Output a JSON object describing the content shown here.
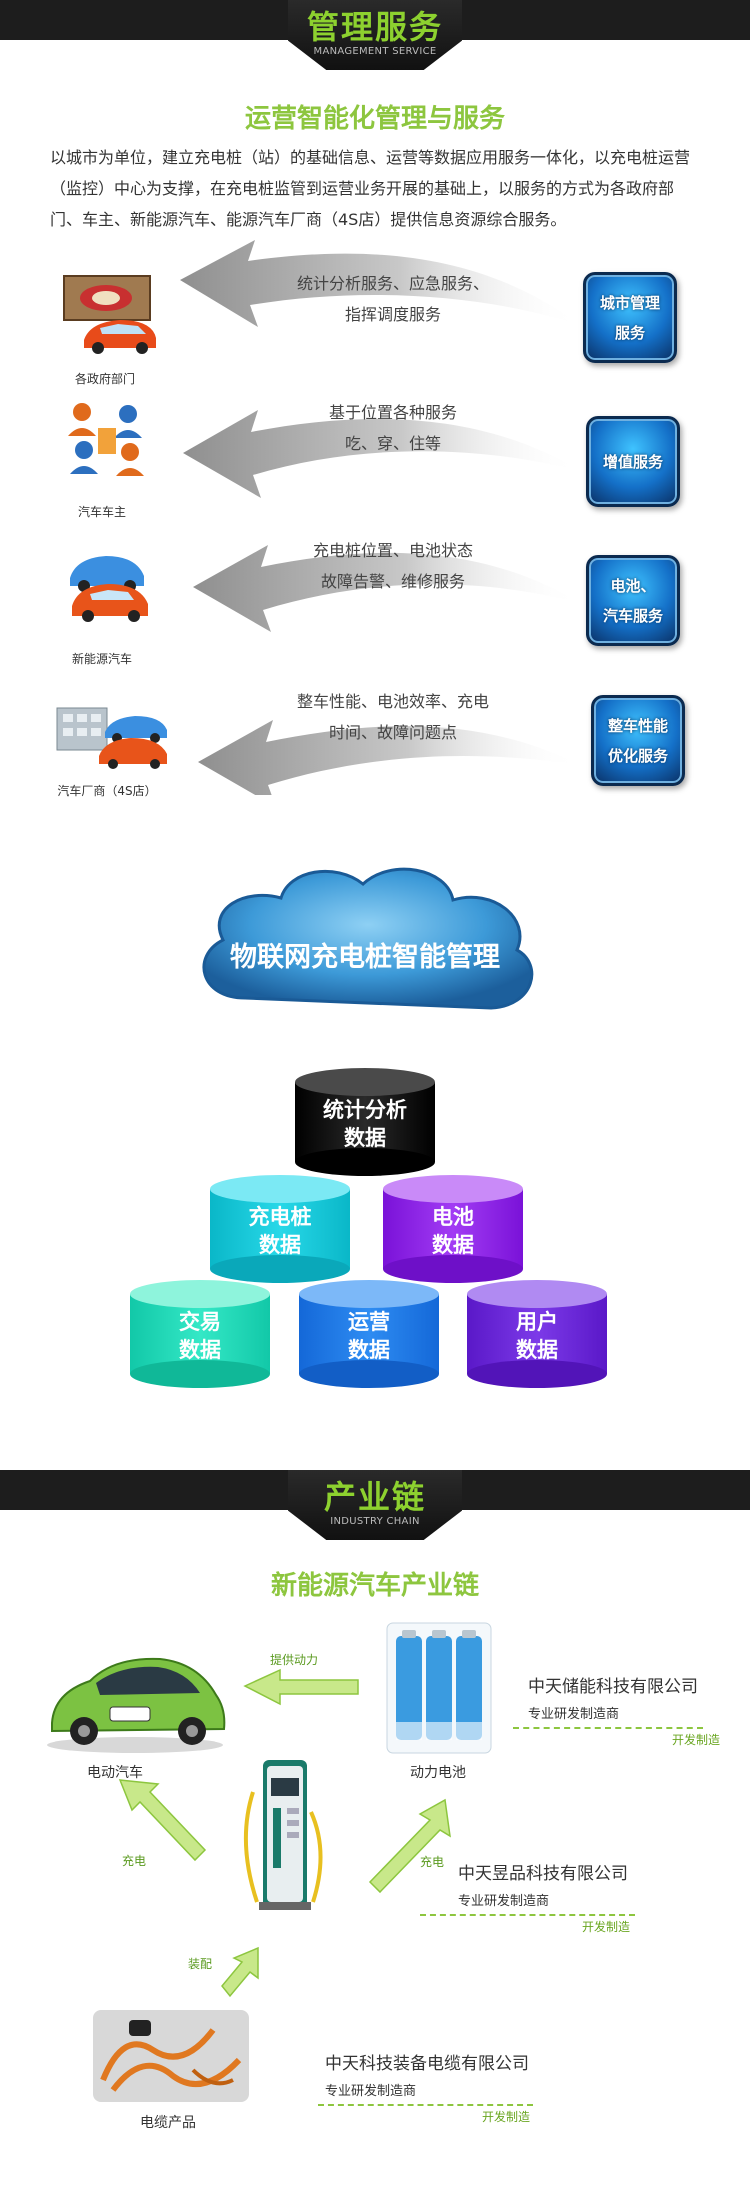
{
  "management": {
    "title": "管理服务",
    "subtitle": "MANAGEMENT SERVICE",
    "heading": "运营智能化管理与服务",
    "intro": "以城市为单位，建立充电桩（站）的基础信息、运营等数据应用服务一体化，以充电桩运营（监控）中心为支撑，在充电桩监管到运营业务开展的基础上，以服务的方式为各政府部门、车主、新能源汽车、能源汽车厂商（4S店）提供信息资源综合服务。",
    "services": [
      {
        "line1": "统计分析服务、应急服务、",
        "line2": "指挥调度服务",
        "badge1": "城市管理",
        "badge2": "服务",
        "target": "各政府部门"
      },
      {
        "line1": "基于位置各种服务",
        "line2": "吃、穿、住等",
        "badge1": "增值服务",
        "badge2": "",
        "target": "汽车车主"
      },
      {
        "line1": "充电桩位置、电池状态",
        "line2": "故障告警、维修服务",
        "badge1": "电池、",
        "badge2": "汽车服务",
        "target": "新能源汽车"
      },
      {
        "line1": "整车性能、电池效率、充电",
        "line2": "时间、故障问题点",
        "badge1": "整车性能",
        "badge2": "优化服务",
        "target": "汽车厂商（4S店）"
      }
    ],
    "cloud": "物联网充电桩智能管理",
    "databases": {
      "stats": {
        "l1": "统计分析",
        "l2": "数据"
      },
      "pile": {
        "l1": "充电桩",
        "l2": "数据"
      },
      "battery": {
        "l1": "电池",
        "l2": "数据"
      },
      "trade": {
        "l1": "交易",
        "l2": "数据"
      },
      "ops": {
        "l1": "运营",
        "l2": "数据"
      },
      "user": {
        "l1": "用户",
        "l2": "数据"
      }
    }
  },
  "industry": {
    "title": "产业链",
    "subtitle": "INDUSTRY CHAIN",
    "heading": "新能源汽车产业链",
    "ev_label": "电动汽车",
    "battery_label": "动力电池",
    "cable_label": "电缆产品",
    "arrow_power": "提供动力",
    "arrow_charge_left": "充电",
    "arrow_charge_right": "充电",
    "arrow_assemble": "装配",
    "companies": [
      {
        "name": "中天储能科技有限公司",
        "sub": "专业研发制造商",
        "tag": "开发制造"
      },
      {
        "name": "中天昱品科技有限公司",
        "sub": "专业研发制造商",
        "tag": "开发制造"
      },
      {
        "name": "中天科技装备电缆有限公司",
        "sub": "专业研发制造商",
        "tag": "开发制造"
      }
    ],
    "colors": {
      "accent": "#8dc63f",
      "banner": "#1d1d1d"
    }
  }
}
